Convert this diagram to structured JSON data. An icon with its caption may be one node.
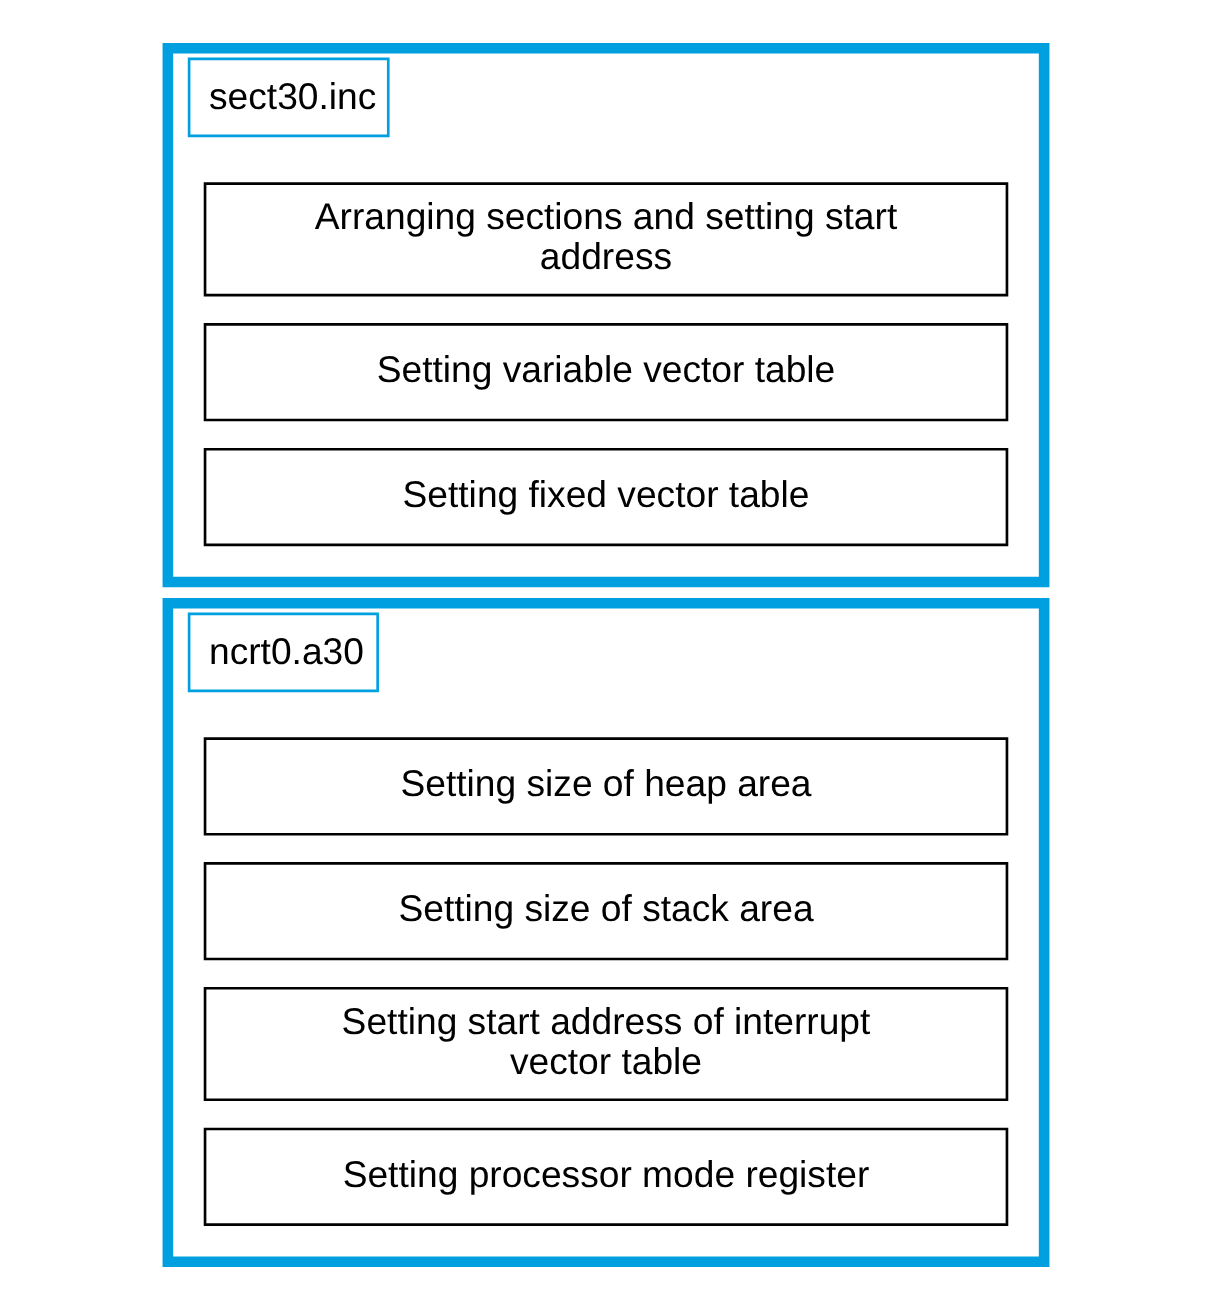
{
  "diagram": {
    "nodes": [
      {
        "text": [
          "ncrt0.a30"
        ]
      },
      {
        "text": [
          "Setting size of heap area"
        ],
        "in": 0
      },
      {
        "text": [
          "Setting size of stack area"
        ],
        "in": 0
      },
      {
        "text": [
          "Setting start address of interrupt vector table"
        ],
        "in": 0
      },
      {
        "text": [
          "Setting processor mode register"
        ],
        "in": 0
      },
      {
        "text": [
          "sect30.inc"
        ]
      },
      {
        "text": [
          "Arranging sections and setting start address"
        ],
        "in": 5
      },
      {
        "text": [
          "Setting variable vector table"
        ],
        "in": 5
      },
      {
        "text": [
          "Setting fixed vector table"
        ],
        "in": 5
      }
    ]
  }
}
